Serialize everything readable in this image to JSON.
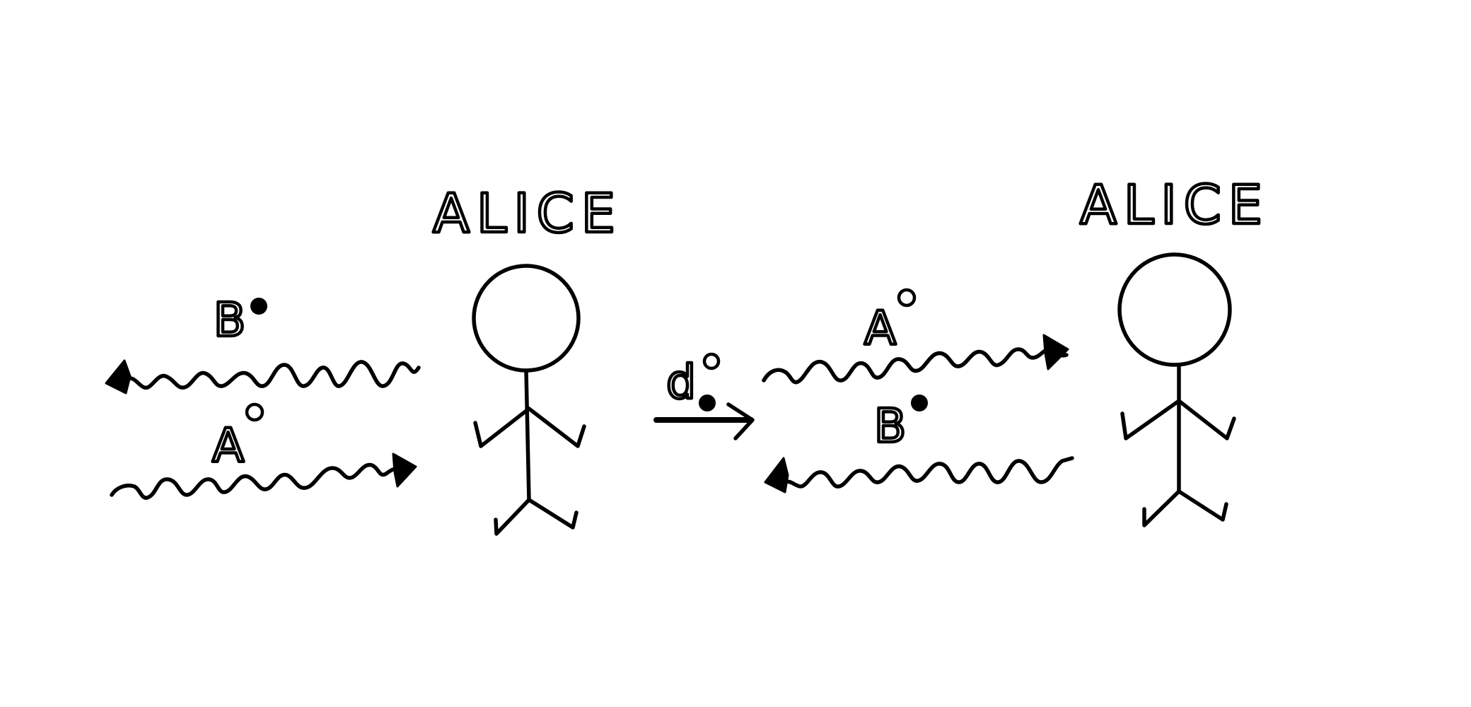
{
  "left_scene": {
    "person_label": "ALICE",
    "upper_wave": {
      "label": "B",
      "marker": "filled-dot",
      "direction": "left"
    },
    "lower_wave": {
      "label": "A",
      "marker": "open-dot",
      "direction": "right"
    }
  },
  "transition": {
    "label": "d",
    "upper_marker": "open-dot",
    "lower_marker": "filled-dot",
    "arrow": "right-arrow-icon"
  },
  "right_scene": {
    "person_label": "ALICE",
    "upper_wave": {
      "label": "A",
      "marker": "open-dot",
      "direction": "right"
    },
    "lower_wave": {
      "label": "B",
      "marker": "filled-dot",
      "direction": "left"
    }
  }
}
